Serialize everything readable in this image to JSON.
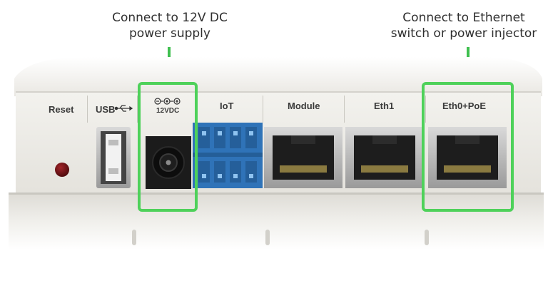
{
  "callouts": {
    "left": {
      "line1": "Connect to 12V DC",
      "line2": "power supply"
    },
    "right": {
      "line1": "Connect to Ethernet",
      "line2": "switch or power injector"
    }
  },
  "ports": {
    "reset": "Reset",
    "usb": "USB",
    "dc_voltage": "12VDC",
    "iot": "IoT",
    "module": "Module",
    "eth1": "Eth1",
    "eth0_poe": "Eth0+PoE"
  },
  "colors": {
    "highlight": "#4ed15a",
    "arrow": "#3fbf4f",
    "iot_terminal": "#2f73b8",
    "reset_button": "#6b0f12"
  },
  "icons": {
    "usb_symbol": "usb-trident-icon",
    "dc_polarity": "dc-polarity-icon"
  }
}
